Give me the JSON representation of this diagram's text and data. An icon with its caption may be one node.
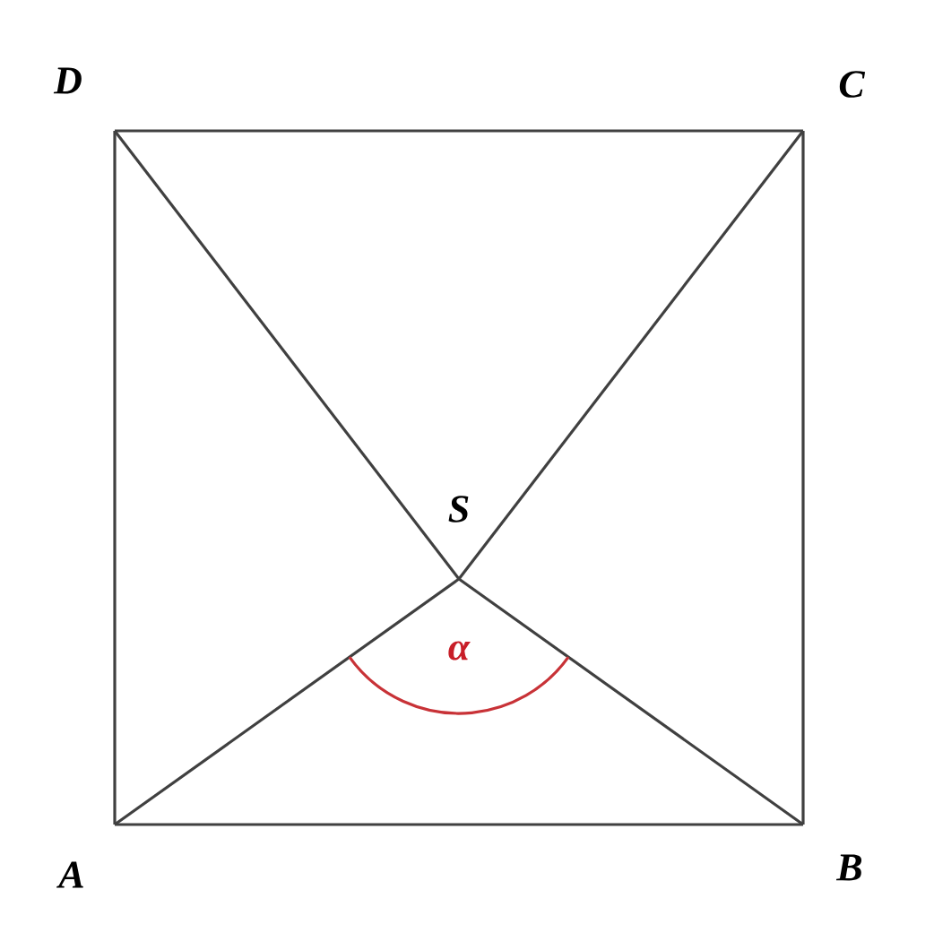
{
  "diagram": {
    "nodes": [
      {
        "text": [
          "A"
        ]
      },
      {
        "text": [
          "B"
        ]
      },
      {
        "text": [
          "C"
        ]
      },
      {
        "text": [
          "D"
        ]
      },
      {
        "text": [
          "S"
        ]
      }
    ],
    "edges": [
      {
        "from": 0,
        "to": 1,
        "arrow": "none"
      },
      {
        "from": 1,
        "to": 2,
        "arrow": "none"
      },
      {
        "from": 2,
        "to": 3,
        "arrow": "none"
      },
      {
        "from": 3,
        "to": 0,
        "arrow": "none"
      },
      {
        "from": 4,
        "to": 0,
        "arrow": "none"
      },
      {
        "from": 4,
        "to": 1,
        "arrow": "none"
      },
      {
        "from": 4,
        "to": 2,
        "arrow": "none"
      },
      {
        "from": 4,
        "to": 3,
        "arrow": "none"
      }
    ],
    "labels": [
      "α"
    ]
  }
}
